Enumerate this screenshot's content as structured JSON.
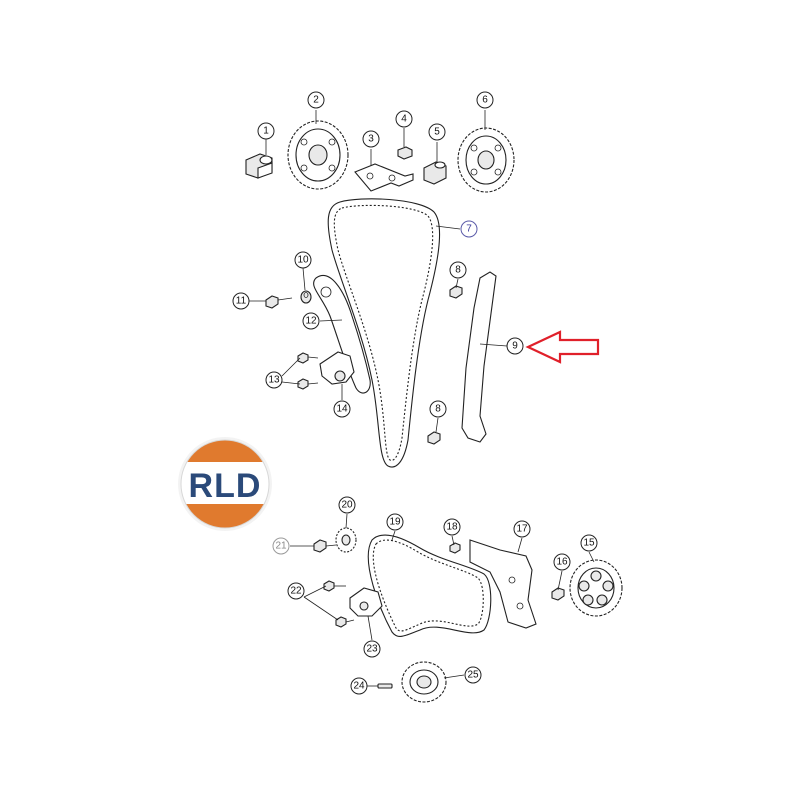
{
  "callouts": [
    {
      "id": "c1",
      "label": "1"
    },
    {
      "id": "c2",
      "label": "2"
    },
    {
      "id": "c3",
      "label": "3"
    },
    {
      "id": "c4",
      "label": "4"
    },
    {
      "id": "c5",
      "label": "5"
    },
    {
      "id": "c6",
      "label": "6"
    },
    {
      "id": "c7",
      "label": "7"
    },
    {
      "id": "c8a",
      "label": "8"
    },
    {
      "id": "c8b",
      "label": "8"
    },
    {
      "id": "c9",
      "label": "9"
    },
    {
      "id": "c10",
      "label": "10"
    },
    {
      "id": "c11",
      "label": "11"
    },
    {
      "id": "c12",
      "label": "12"
    },
    {
      "id": "c13",
      "label": "13"
    },
    {
      "id": "c14",
      "label": "14"
    },
    {
      "id": "c15",
      "label": "15"
    },
    {
      "id": "c16",
      "label": "16"
    },
    {
      "id": "c17",
      "label": "17"
    },
    {
      "id": "c18",
      "label": "18"
    },
    {
      "id": "c19",
      "label": "19"
    },
    {
      "id": "c20",
      "label": "20"
    },
    {
      "id": "c21",
      "label": "21"
    },
    {
      "id": "c22",
      "label": "22"
    },
    {
      "id": "c23",
      "label": "23"
    },
    {
      "id": "c24",
      "label": "24"
    },
    {
      "id": "c25",
      "label": "25"
    }
  ],
  "logo": {
    "text": "RLD",
    "ring_color": "#e07a2e",
    "text_color": "#2b4a7a"
  },
  "highlight": {
    "target_callout": "9",
    "arrow_color": "#e0202a"
  },
  "colors": {
    "callout_7_stroke": "#5a5aa8",
    "callout_21_stroke": "#9a9a9a"
  }
}
